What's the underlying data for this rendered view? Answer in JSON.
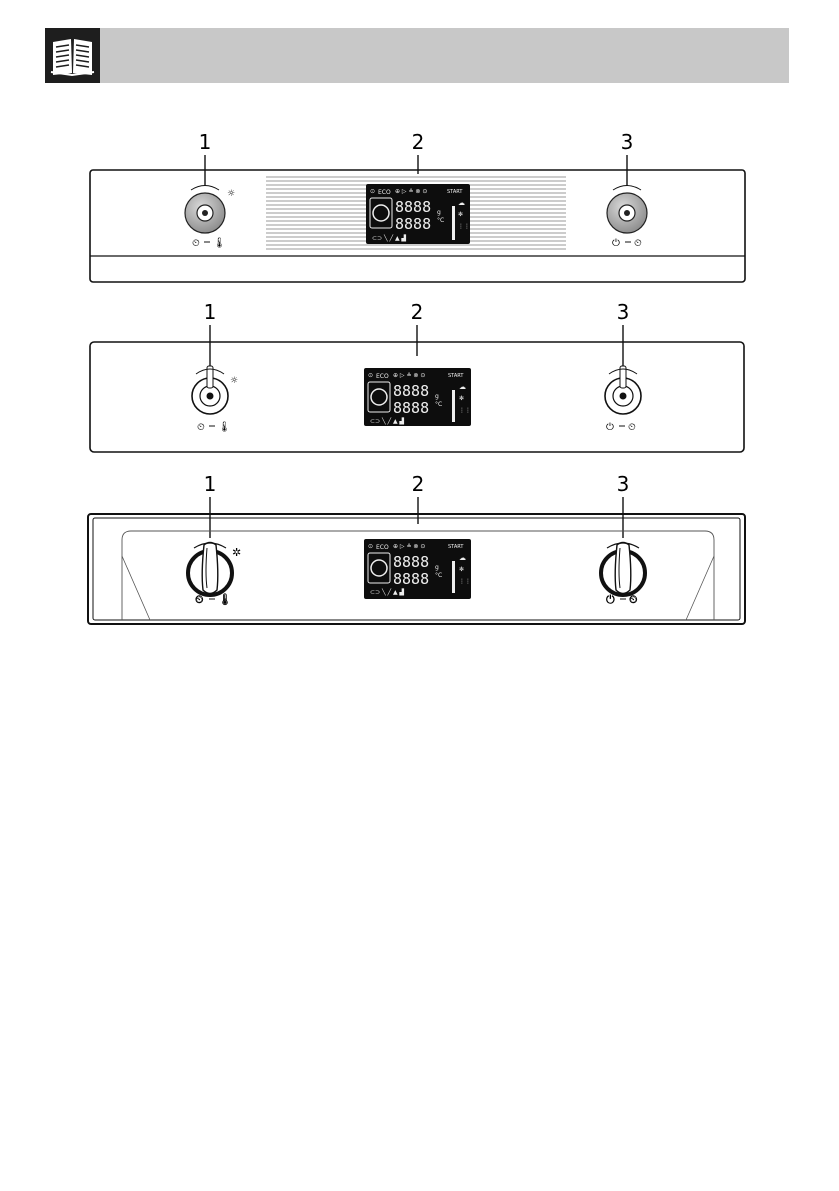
{
  "header": {
    "icon": "open-book-icon"
  },
  "panels": [
    {
      "callouts": [
        "1",
        "2",
        "3"
      ],
      "left_knob": {
        "symbol_left": "⏲",
        "symbol_right": "🌡"
      },
      "right_knob": {
        "symbol_left": "⏻",
        "symbol_right": "⏲"
      },
      "display": {
        "eco": "ECO",
        "start": "START",
        "digits_top": "8888",
        "digits_bottom": "8888",
        "unit_top": "g",
        "unit_bottom": "°C"
      }
    },
    {
      "callouts": [
        "1",
        "2",
        "3"
      ],
      "left_knob": {
        "symbol_left": "⏲",
        "symbol_right": "🌡"
      },
      "right_knob": {
        "symbol_left": "⏻",
        "symbol_right": "⏲"
      },
      "display": {
        "eco": "ECO",
        "start": "START",
        "digits_top": "8888",
        "digits_bottom": "8888",
        "unit_top": "g",
        "unit_bottom": "°C"
      }
    },
    {
      "callouts": [
        "1",
        "2",
        "3"
      ],
      "left_knob": {
        "symbol_left": "⏲",
        "symbol_right": "🌡"
      },
      "right_knob": {
        "symbol_left": "⏻",
        "symbol_right": "⏲"
      },
      "display": {
        "eco": "ECO",
        "start": "START",
        "digits_top": "8888",
        "digits_bottom": "8888",
        "unit_top": "g",
        "unit_bottom": "°C"
      }
    }
  ]
}
